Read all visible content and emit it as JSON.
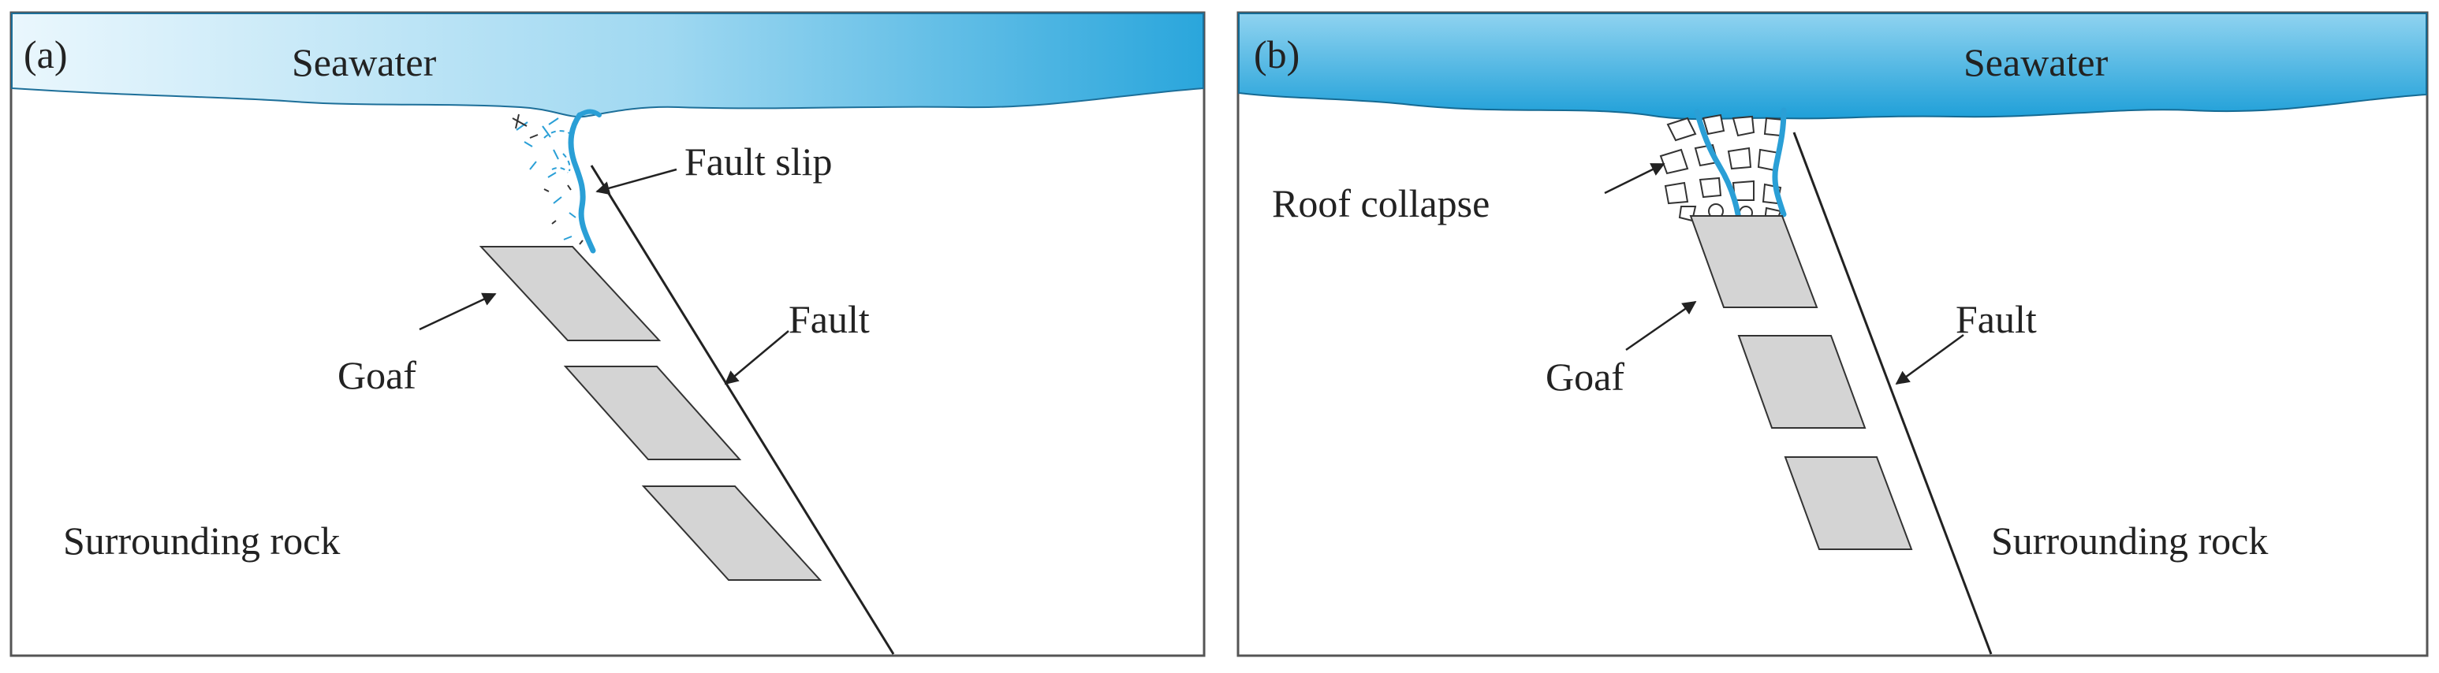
{
  "colors": {
    "water_dark": "#2aa6dc",
    "water_light": "#eaf7fd",
    "crack": "#2a9fd6",
    "goaf": "#d4d4d4",
    "frame": "#555555",
    "line": "#222222"
  },
  "panel_a": {
    "tag": "(a)",
    "seawater": "Seawater",
    "fault_slip": "Fault slip",
    "goaf": "Goaf",
    "fault": "Fault",
    "rock": "Surrounding rock"
  },
  "panel_b": {
    "tag": "(b)",
    "seawater": "Seawater",
    "roof_collapse": "Roof collapse",
    "goaf": "Goaf",
    "fault": "Fault",
    "rock": "Surrounding rock"
  }
}
